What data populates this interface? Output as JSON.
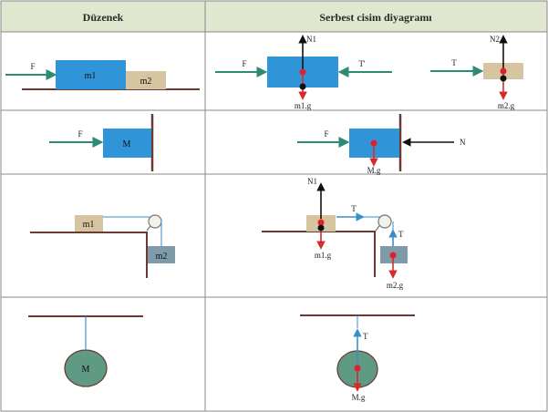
{
  "table": {
    "header_left": "Düzenek",
    "header_right": "Serbest cisim diyagramı",
    "colors": {
      "header_bg": "#dfe7cf",
      "grid": "#8a8a8a",
      "block_blue": "#2f95d8",
      "block_tan": "#d7c4a0",
      "block_gray": "#7f9aa8",
      "bob": "#5e9a84",
      "surface": "#6b3a35",
      "force_red": "#d82a2a",
      "force_green": "#2d8b74",
      "force_blue": "#3a8fc9",
      "force_black": "#111111",
      "point_red": "#e0202a"
    }
  },
  "rows": [
    {
      "setup": {
        "force": "F",
        "block1": "m1",
        "block2": "m2"
      },
      "diagram_a": {
        "normal": "N1",
        "applied": "F",
        "contact": "T'",
        "weight": "m1.g"
      },
      "diagram_b": {
        "normal": "N2",
        "contact": "T",
        "weight": "m2.g"
      }
    },
    {
      "setup": {
        "force": "F",
        "block": "M"
      },
      "diagram": {
        "applied": "F",
        "wall": "N",
        "weight": "M.g"
      }
    },
    {
      "setup": {
        "block1": "m1",
        "block2": "m2"
      },
      "diagram": {
        "normal": "N1",
        "tension1": "T",
        "weight1": "m1.g",
        "tension2": "T",
        "weight2": "m2.g"
      }
    },
    {
      "setup": {
        "bob": "M"
      },
      "diagram": {
        "tension": "T",
        "weight": "M.g"
      }
    }
  ]
}
